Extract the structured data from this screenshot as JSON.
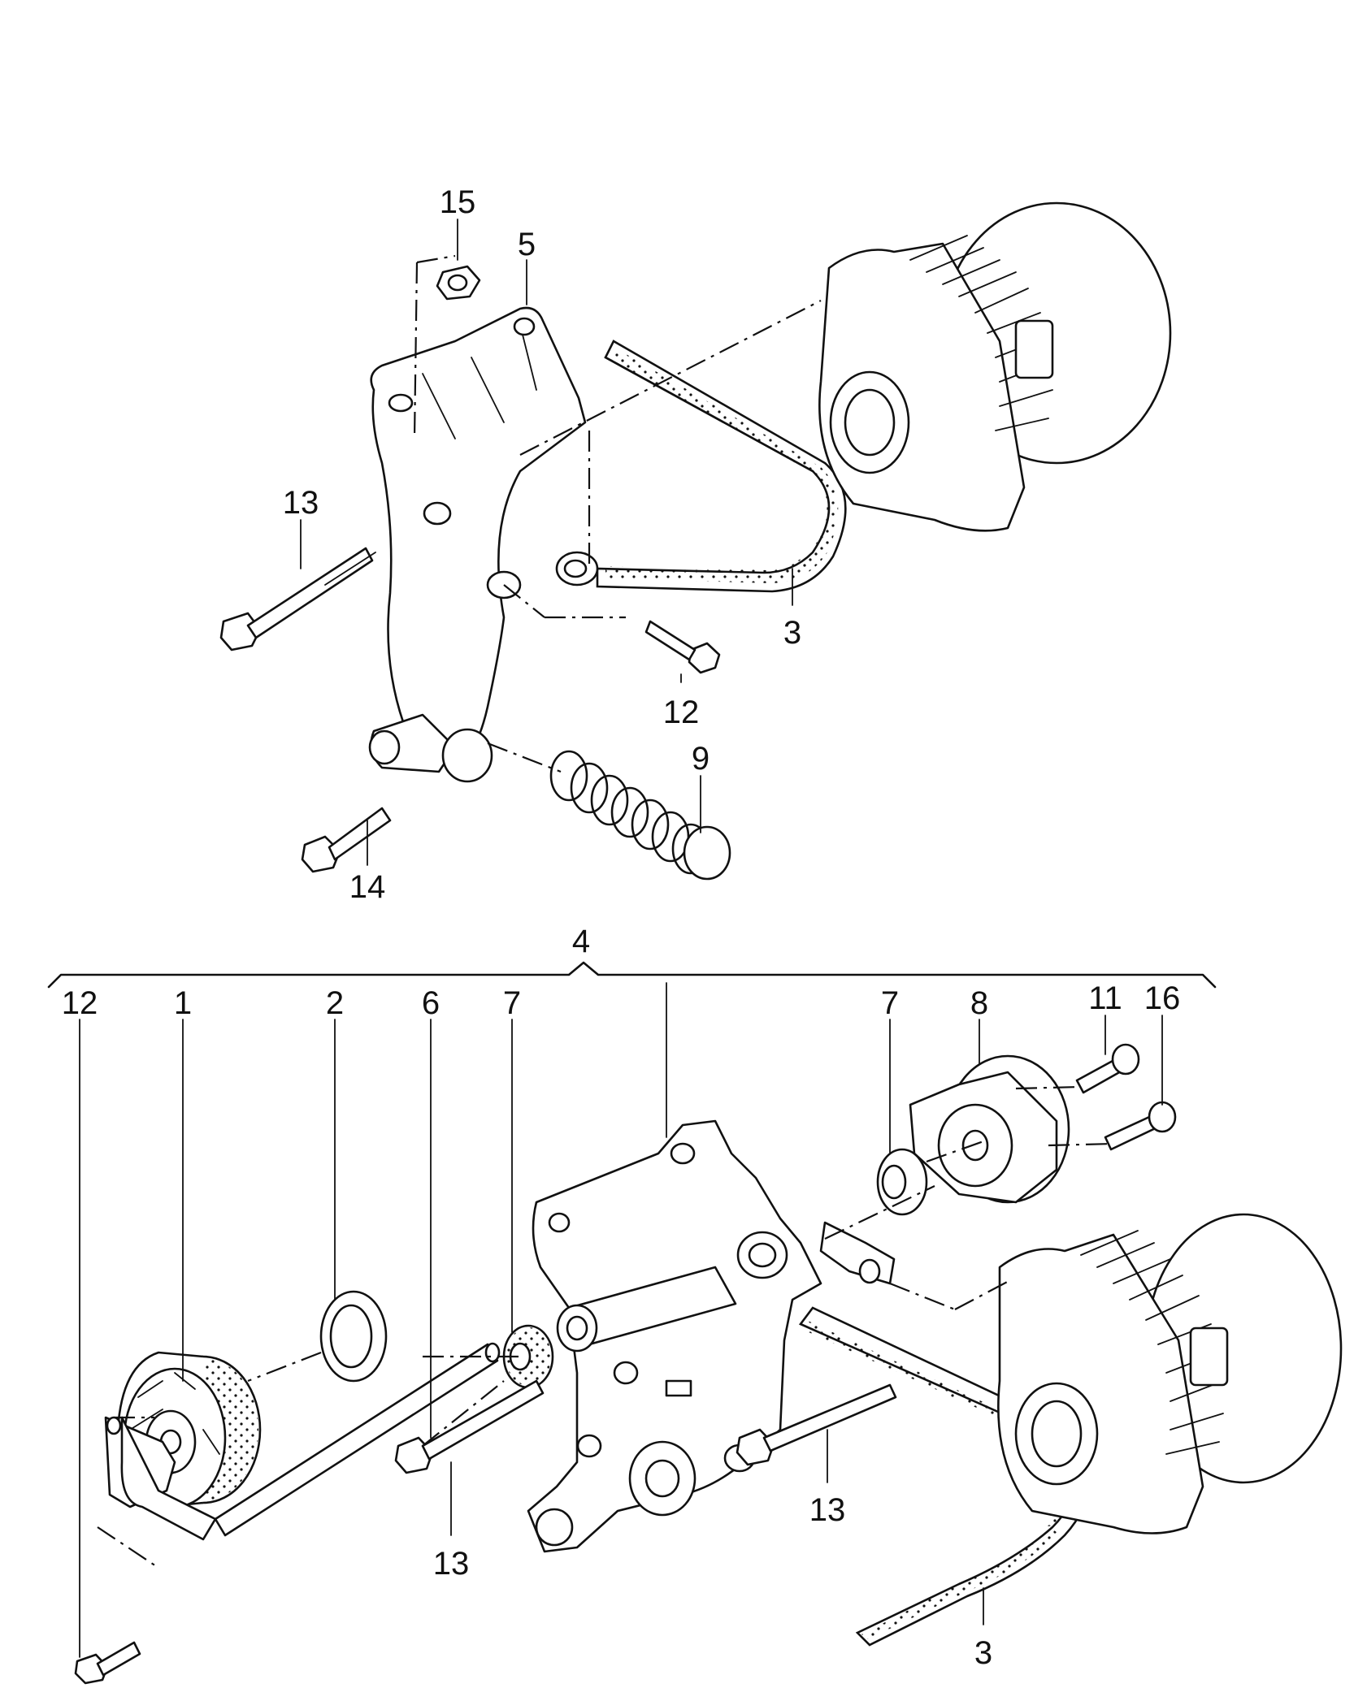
{
  "callouts": {
    "c15": "15",
    "c5": "5",
    "c13_top": "13",
    "c3_top": "3",
    "c12_mid": "12",
    "c9": "9",
    "c14": "14",
    "c4": "4",
    "c12_left": "12",
    "c1": "1",
    "c2": "2",
    "c6": "6",
    "c7_left": "7",
    "c7_right": "7",
    "c8": "8",
    "c11": "11",
    "c16": "16",
    "c13_right": "13",
    "c13_bottom": "13",
    "c3_bottom": "3"
  }
}
